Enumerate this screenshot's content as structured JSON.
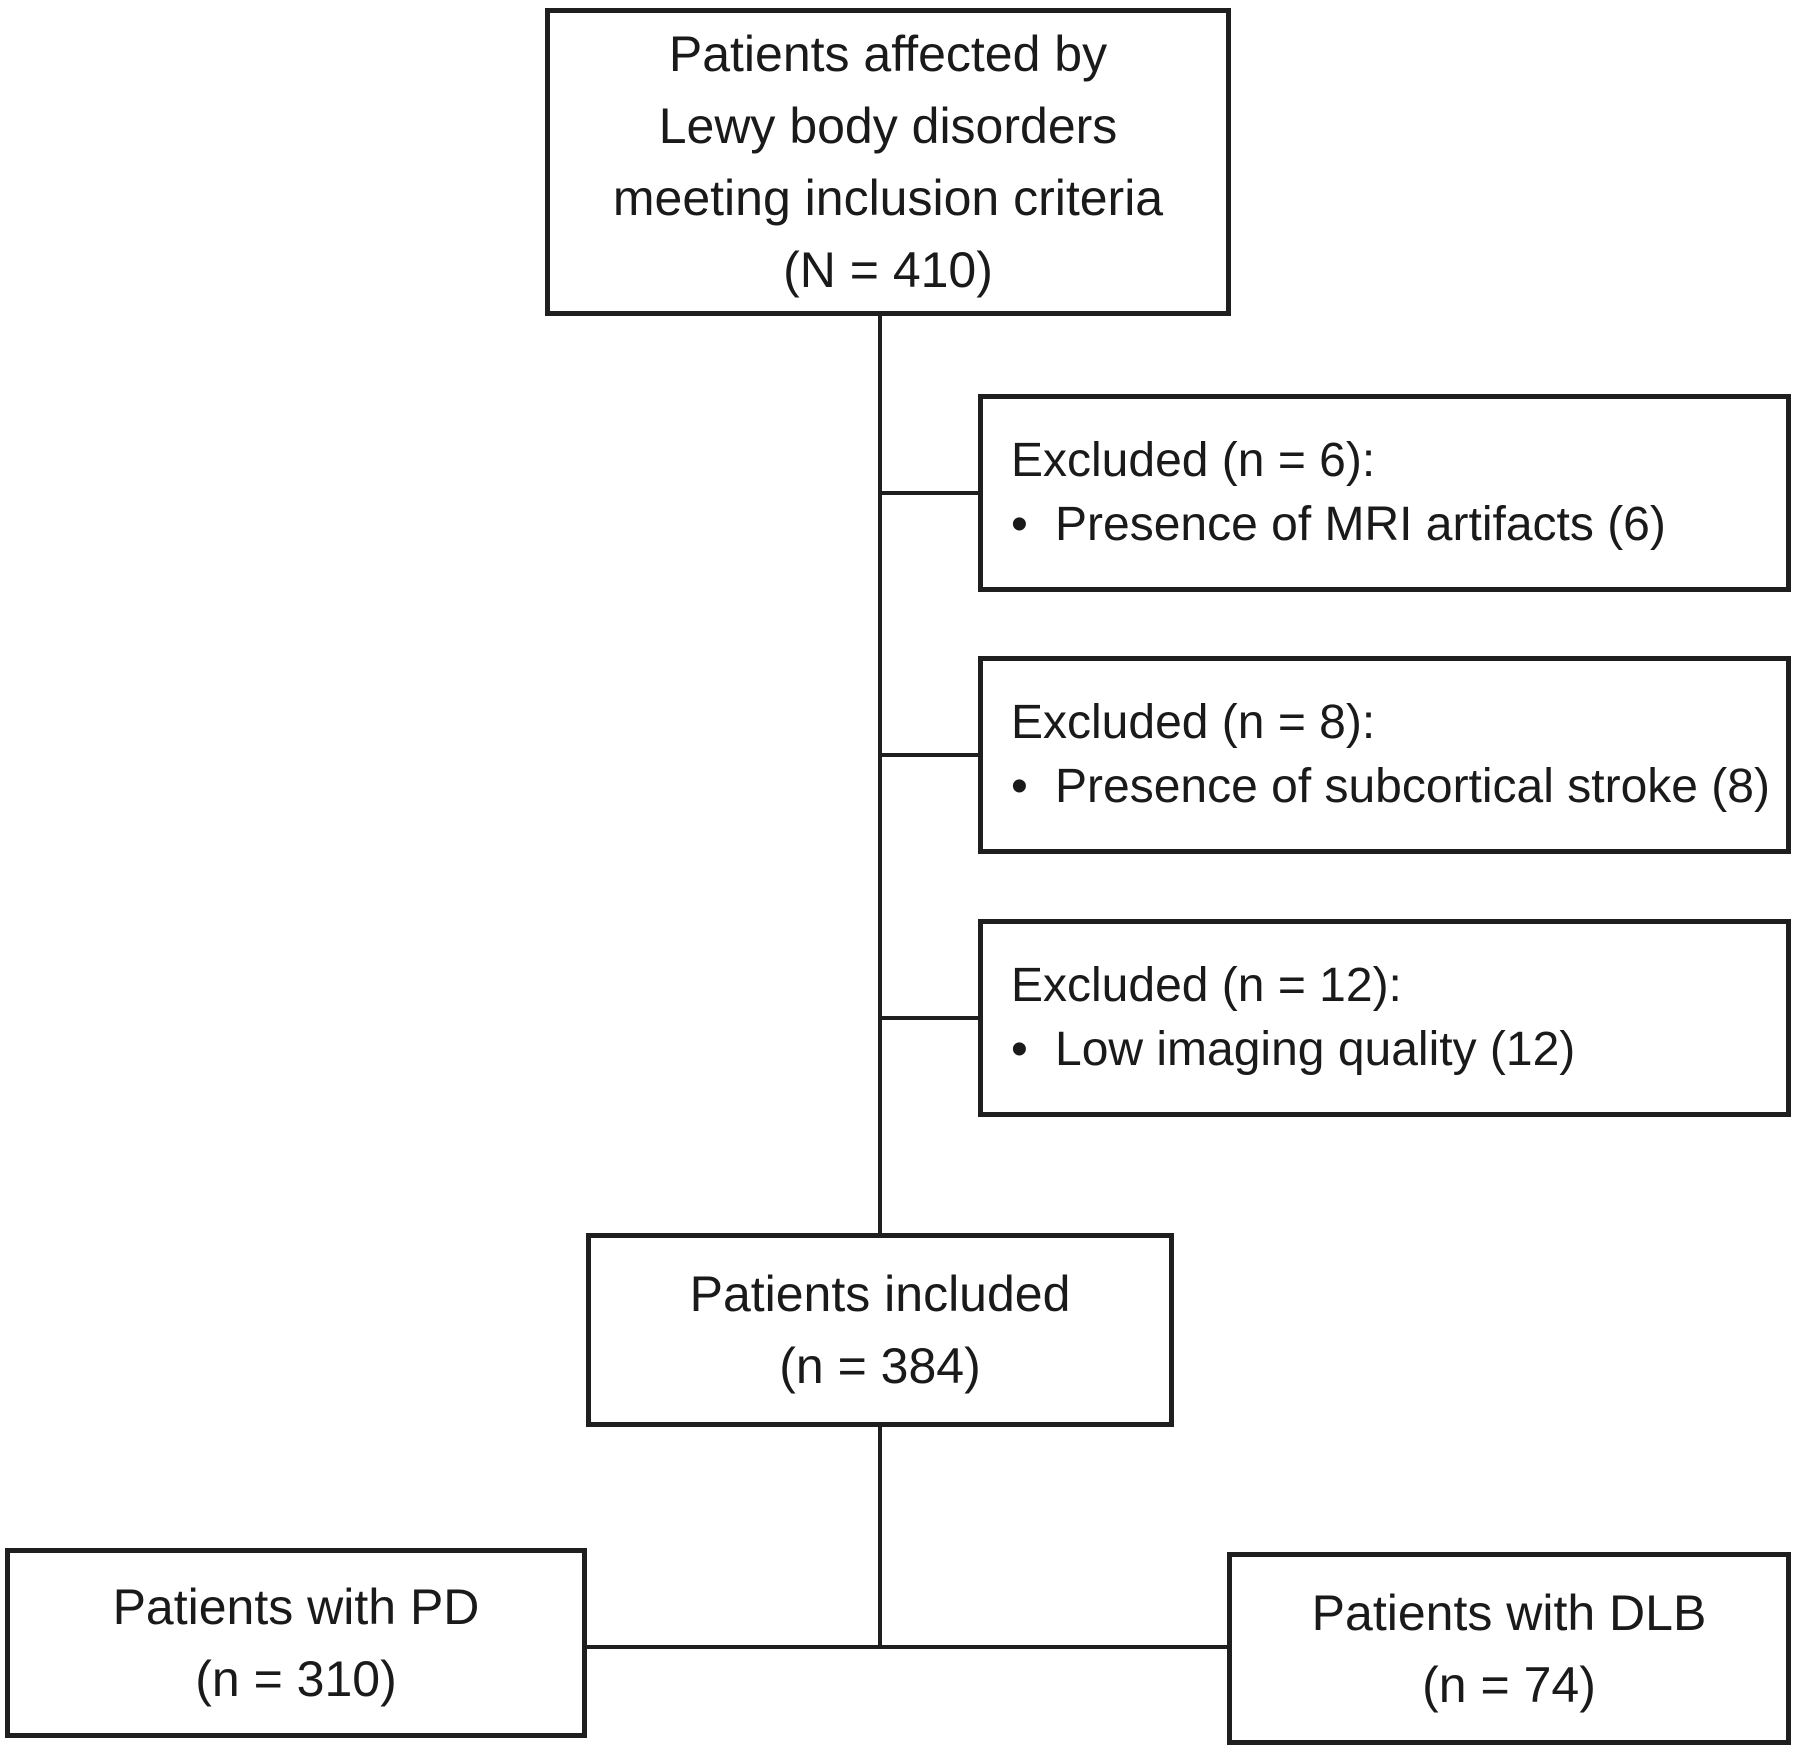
{
  "diagram": {
    "bullet_char": "•",
    "colors": {
      "line": "#1f1f1f",
      "text": "#1a1a1a",
      "background": "#ffffff",
      "box_fill": "#ffffff"
    },
    "nodes": {
      "top": {
        "lines": [
          "Patients affected by",
          "Lewy body disorders",
          "meeting inclusion criteria",
          "(N = 410)"
        ]
      },
      "excluded_1": {
        "header": "Excluded (n = 6):",
        "bullets": [
          "Presence of MRI artifacts (6)"
        ]
      },
      "excluded_2": {
        "header": "Excluded (n = 8):",
        "bullets": [
          "Presence of subcortical stroke (8)"
        ]
      },
      "excluded_3": {
        "header": "Excluded (n = 12):",
        "bullets": [
          "Low imaging quality (12)"
        ]
      },
      "included": {
        "lines": [
          "Patients included",
          "(n = 384)"
        ]
      },
      "pd": {
        "lines": [
          "Patients with PD",
          "(n = 310)"
        ]
      },
      "dlb": {
        "lines": [
          "Patients with DLB",
          "(n = 74)"
        ]
      }
    }
  }
}
